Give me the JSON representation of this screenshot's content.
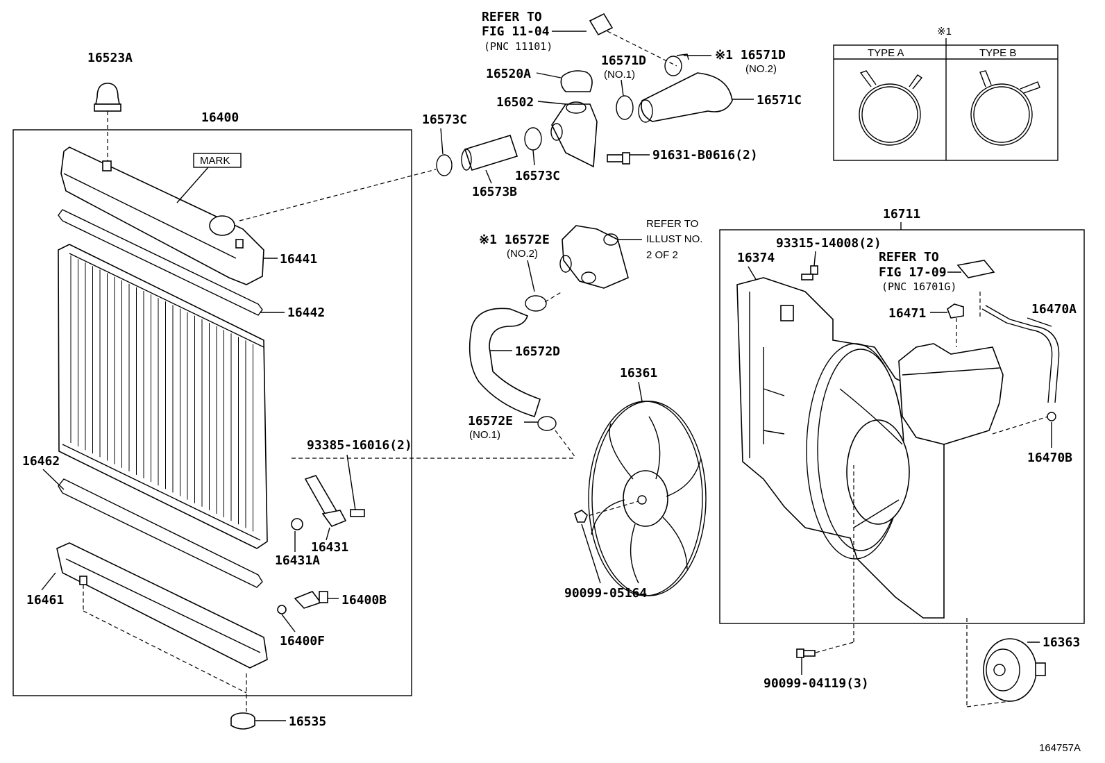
{
  "diagram_id": "164757A",
  "labels": {
    "p16523A": "16523A",
    "p16400": "16400",
    "mark": "MARK",
    "p16441": "16441",
    "p16442": "16442",
    "p16462": "16462",
    "p16461": "16461",
    "p16535": "16535",
    "p93385": "93385-16016(2)",
    "p16431": "16431",
    "p16431A": "16431A",
    "p16400B": "16400B",
    "p16400F": "16400F",
    "refer1": [
      "REFER TO",
      "FIG 11-04",
      "(PNC 11101)"
    ],
    "p16520A": "16520A",
    "p16502": "16502",
    "p16573C_top": "16573C",
    "p16573B": "16573B",
    "p16573C_mid": "16573C",
    "p16571D": "16571D",
    "p16571D_no1": "(NO.1)",
    "p16571D_2": "※1  16571D",
    "p16571D_no2": "(NO.2)",
    "p16571C": "16571C",
    "p91631": "91631-B0616(2)",
    "type_note": "※1",
    "type_a": "TYPE A",
    "type_b": "TYPE B",
    "p16572E_top": "※1  16572E",
    "p16572E_top_no2": "(NO.2)",
    "refer2": [
      "REFER TO",
      "ILLUST NO.",
      "2 OF 2"
    ],
    "p16572D": "16572D",
    "p16572E_bot": "16572E",
    "p16572E_bot_no1": "(NO.1)",
    "p16361": "16361",
    "p90099_05164": "90099-05164",
    "p16711": "16711",
    "p93315": "93315-14008(2)",
    "p16374": "16374",
    "refer3": [
      "REFER TO",
      "FIG 17-09",
      "(PNC 16701G)"
    ],
    "p16471": "16471",
    "p16470A": "16470A",
    "p16470B": "16470B",
    "p16363": "16363",
    "p90099_04119": "90099-04119(3)"
  }
}
